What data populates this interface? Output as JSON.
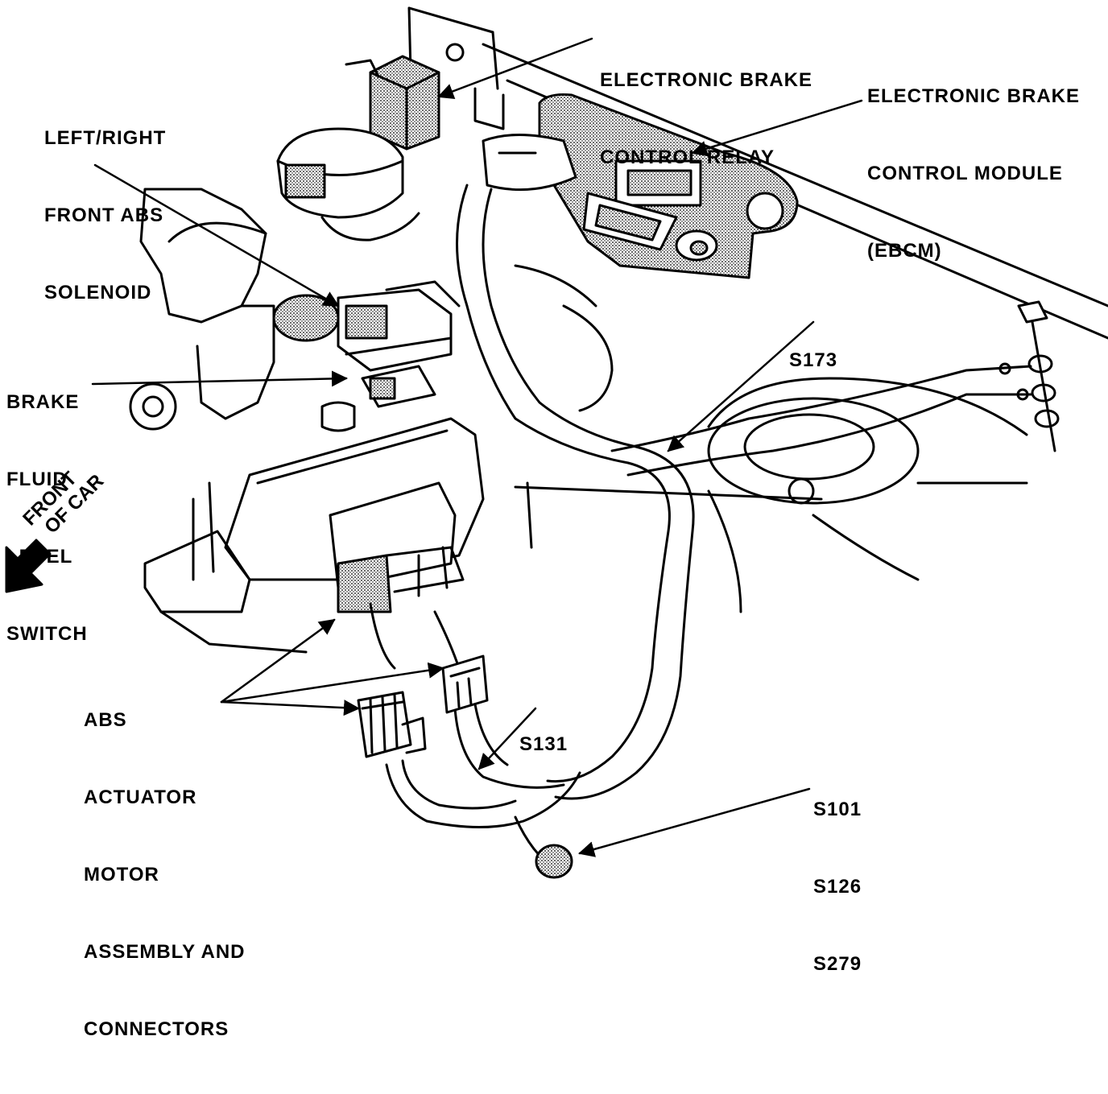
{
  "labels": {
    "relay": [
      "ELECTRONIC BRAKE",
      "CONTROL RELAY"
    ],
    "ebcm": [
      "ELECTRONIC BRAKE",
      "CONTROL MODULE",
      "(EBCM)"
    ],
    "solenoid": [
      "LEFT/RIGHT",
      "FRONT ABS",
      "SOLENOID"
    ],
    "fluid_switch": [
      "BRAKE",
      "FLUID",
      "LEVEL",
      "SWITCH"
    ],
    "s173": "S173",
    "front_of_car": [
      "FRONT",
      "OF CAR"
    ],
    "actuator": [
      "ABS",
      "ACTUATOR",
      "MOTOR",
      "ASSEMBLY AND",
      "CONNECTORS"
    ],
    "s131": "S131",
    "splices": [
      "S101",
      "S126",
      "S279"
    ]
  }
}
